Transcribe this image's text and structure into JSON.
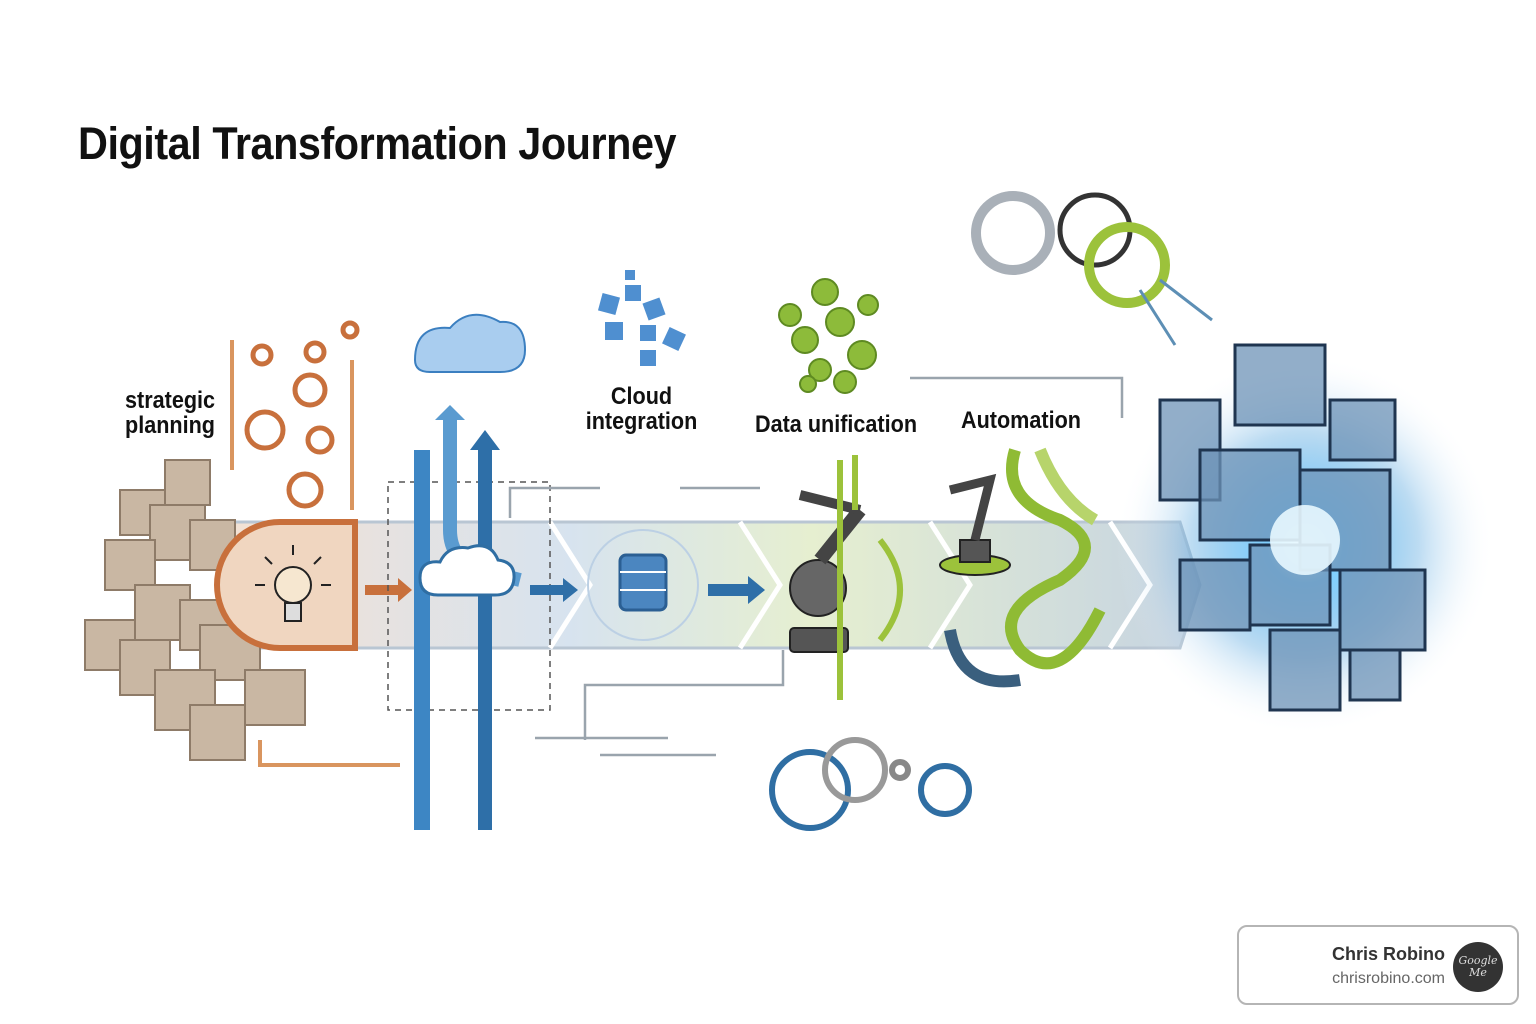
{
  "title": "Digital Transformation Journey",
  "stages": [
    {
      "label": "strategic planning",
      "icon": "lightbulb-icon",
      "color": "#c8703c"
    },
    {
      "label": "Cloud integration",
      "icon": "cloud-icon",
      "color": "#2f7ab8"
    },
    {
      "label": "Data unification",
      "icon": "database-icon",
      "color": "#8fb83a"
    },
    {
      "label": "Automation",
      "icon": "robot-arm-icon",
      "color": "#6aa52e"
    }
  ],
  "badge": {
    "name": "Chris Robino",
    "site": "chrisrobino.com",
    "logo_text": "Google Me"
  }
}
